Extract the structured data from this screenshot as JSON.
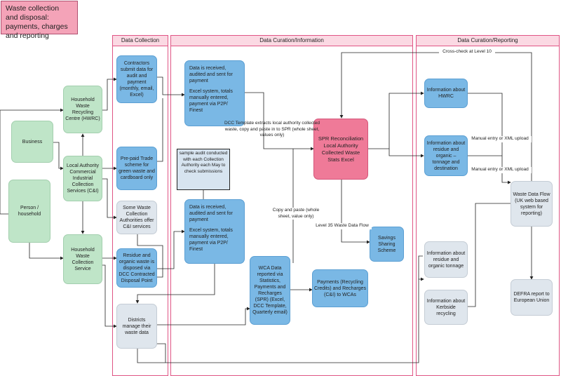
{
  "title": "Waste collection and disposal: payments, charges and reporting",
  "lanes": {
    "collection": "Data Collection",
    "curation": "Data Curation/Information",
    "reporting": "Data Curation/Reporting"
  },
  "nodes": {
    "business": "Business",
    "person": "Person / household",
    "hwrc": "Household Waste Recycling Centre (HWRC)",
    "la_commercial": "Local Authority Commercial Industrial Collection Services (C&I)",
    "hwcs": "Household Waste Collection Service",
    "contractors": "Contractors submit data for audit and payment (monthly, email, Excel)",
    "prepaid": "Pre-paid Trade scheme for green waste and cardboard only",
    "some_wca": "Some Waste Collection Authorities offer C&I services",
    "residue_dcc": "Residue and organic waste is disposed via DCC Contracted Disposal Point",
    "districts": "Districts manage their waste data",
    "data_recv_1_a": "Data is received, audited and sent for payment",
    "data_recv_1_b": "Excel system, totals manually entered, payment via P2P/ Finest",
    "data_recv_2_a": "Data is received, audited and sent for payment",
    "data_recv_2_b": "Excel system, totals manually entered, payment via P2P/ Finest",
    "wca_data": "WCA Data reported via Statistics, Payments and Recharges (SPR) (Excel, DCC Template, Quarterly email)",
    "spr": "SPR Reconciliation Local Authority Collected Waste Stats Excel",
    "payments": "Payments (Recycling Credits) and Recharges (C&I) to WCAs",
    "savings": "Savings Sharing Scheme",
    "info_hwrc": "Information about HWRC",
    "info_residue_blue": "Information about residue and organic – tonnage and destination",
    "info_residue_grey": "Information about residue and organic tonnage",
    "info_kerbside": "Information about Kerbside recycling",
    "waste_data_flow": "Waste Data Flow (UK web based system for reporting)",
    "defra": "DEFRA report to European Union"
  },
  "notes": {
    "sample_audit": "sample audit conducted with each Collection Authority each May to check submissions"
  },
  "edge_labels": {
    "dcc_template": "DCC Template extracts local authority collected waste, copy and paste in to SPR (whole sheet, values only)",
    "copy_paste": "Copy and paste (whole sheet, value only)",
    "level35": "Level 35 Waste Data Flow",
    "crosscheck": "Cross-check at Level 10",
    "manual_xml_1": "Manual entry or XML upload",
    "manual_xml_2": "Manual entry or XML upload"
  },
  "colors": {
    "lane_border": "#e05585",
    "lane_header": "#fbd9e3",
    "green": "#bfe5c8",
    "blue": "#7ab8e5",
    "grey": "#dfe6ed",
    "pink": "#ef7a98"
  }
}
